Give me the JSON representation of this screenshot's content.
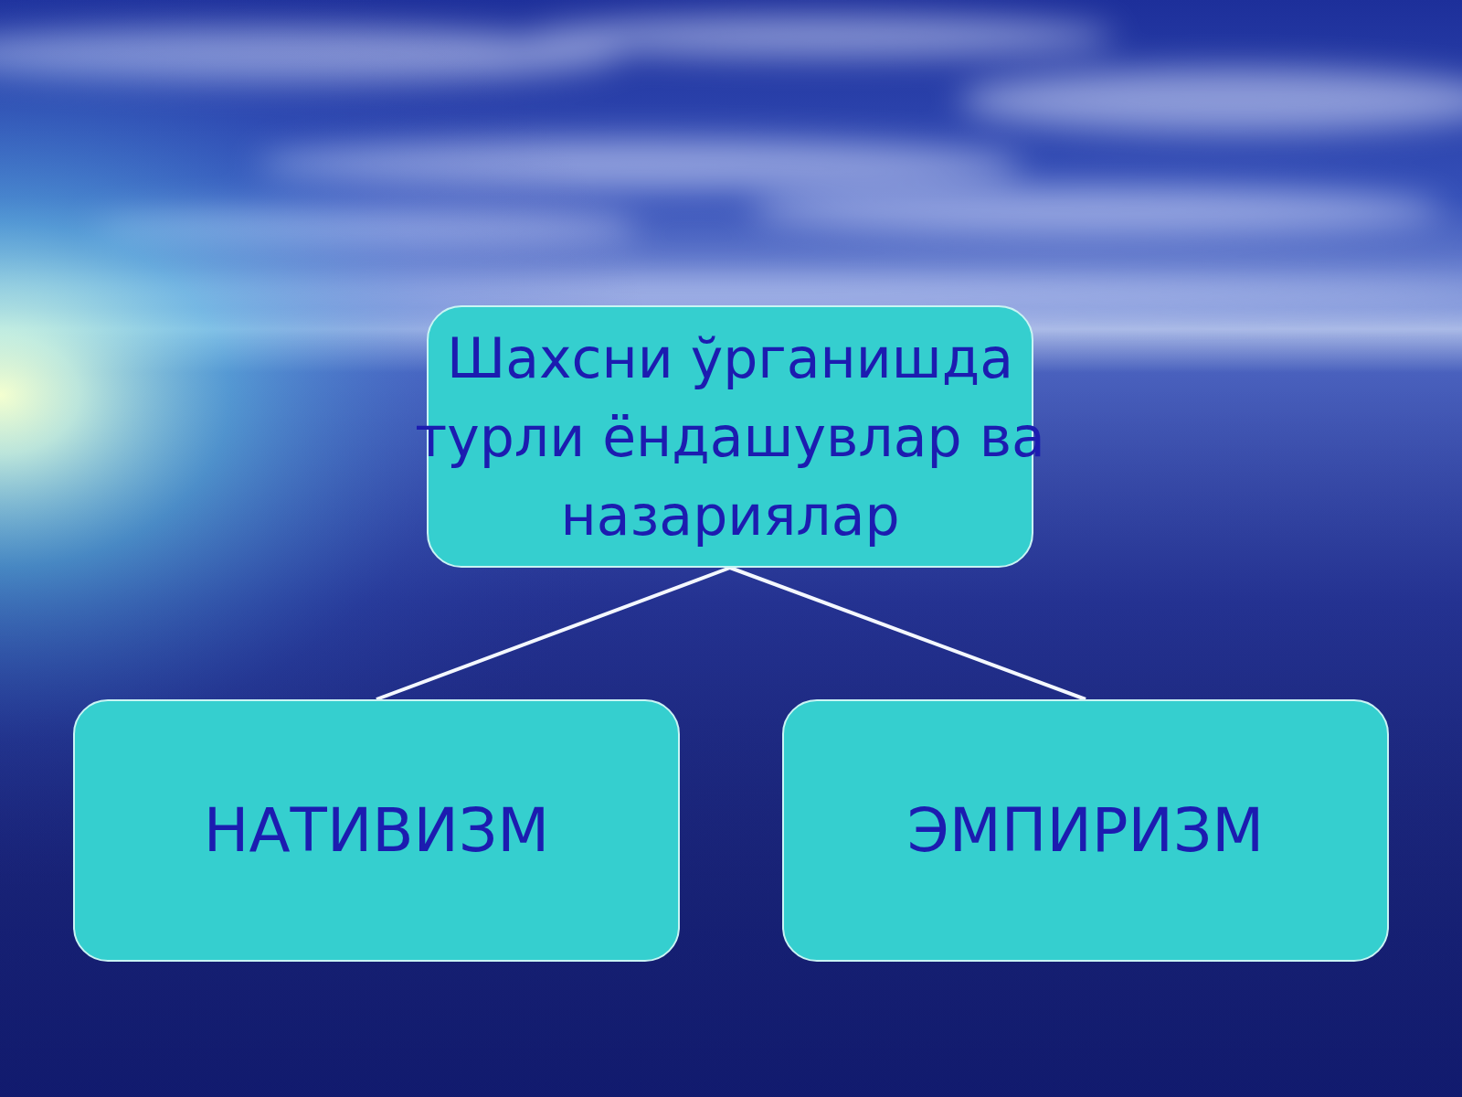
{
  "diagram": {
    "nodes": [
      {
        "text": [
          "Шахсни ўрганишда турли ёндашувлар ва назариялар"
        ]
      },
      {
        "text": [
          "НАТИВИЗМ"
        ]
      },
      {
        "text": [
          "ЭМПИРИЗМ"
        ]
      }
    ],
    "edges": [
      {
        "from": 0,
        "to": 1,
        "arrow": "none"
      },
      {
        "from": 0,
        "to": 2,
        "arrow": "none"
      }
    ]
  }
}
